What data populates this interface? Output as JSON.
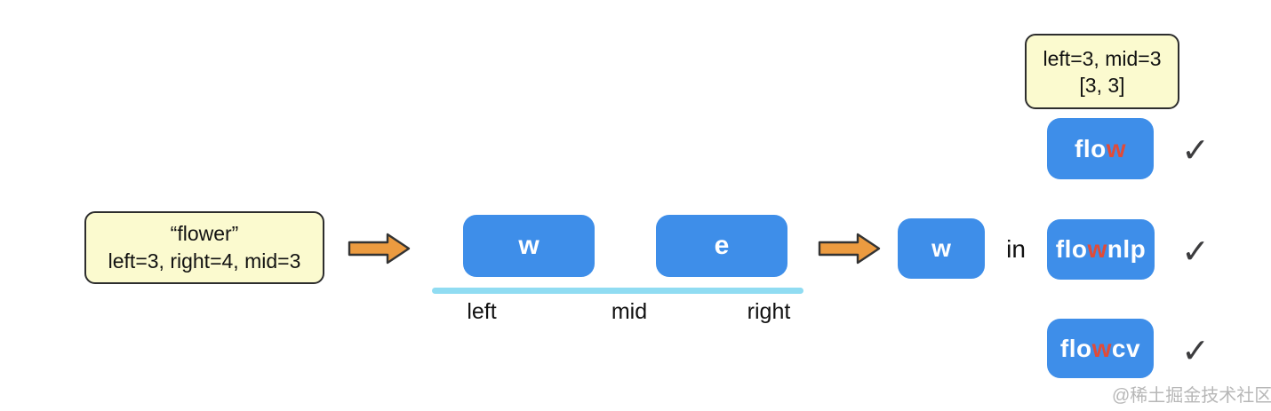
{
  "palette": {
    "note_bg": "#FBFACF",
    "note_border": "#2D2D2D",
    "box_blue": "#3E8EE9",
    "highlight_red": "#E14B38",
    "arrow_orange": "#EC9B40",
    "arrow_outline": "#333333",
    "range_line_cyan": "#90DCF2",
    "check_gray": "#3C3C3E"
  },
  "state_note": {
    "line1": "“flower”",
    "line2": "left=3, right=4, mid=3"
  },
  "binary_search": {
    "chars": [
      "w",
      "e"
    ],
    "pointer_labels": [
      "left",
      "mid",
      "right"
    ]
  },
  "query": {
    "char": "w",
    "operator": "in"
  },
  "result_note": {
    "line1": "left=3, mid=3",
    "line2": "[3, 3]"
  },
  "candidates": [
    {
      "prefix": "flo",
      "highlight": "w",
      "suffix": "",
      "mark": "✓"
    },
    {
      "prefix": "flo",
      "highlight": "w",
      "suffix": "nlp",
      "mark": "✓"
    },
    {
      "prefix": "flo",
      "highlight": "w",
      "suffix": "cv",
      "mark": "✓"
    }
  ],
  "watermark": "@稀土掘金技术社区"
}
